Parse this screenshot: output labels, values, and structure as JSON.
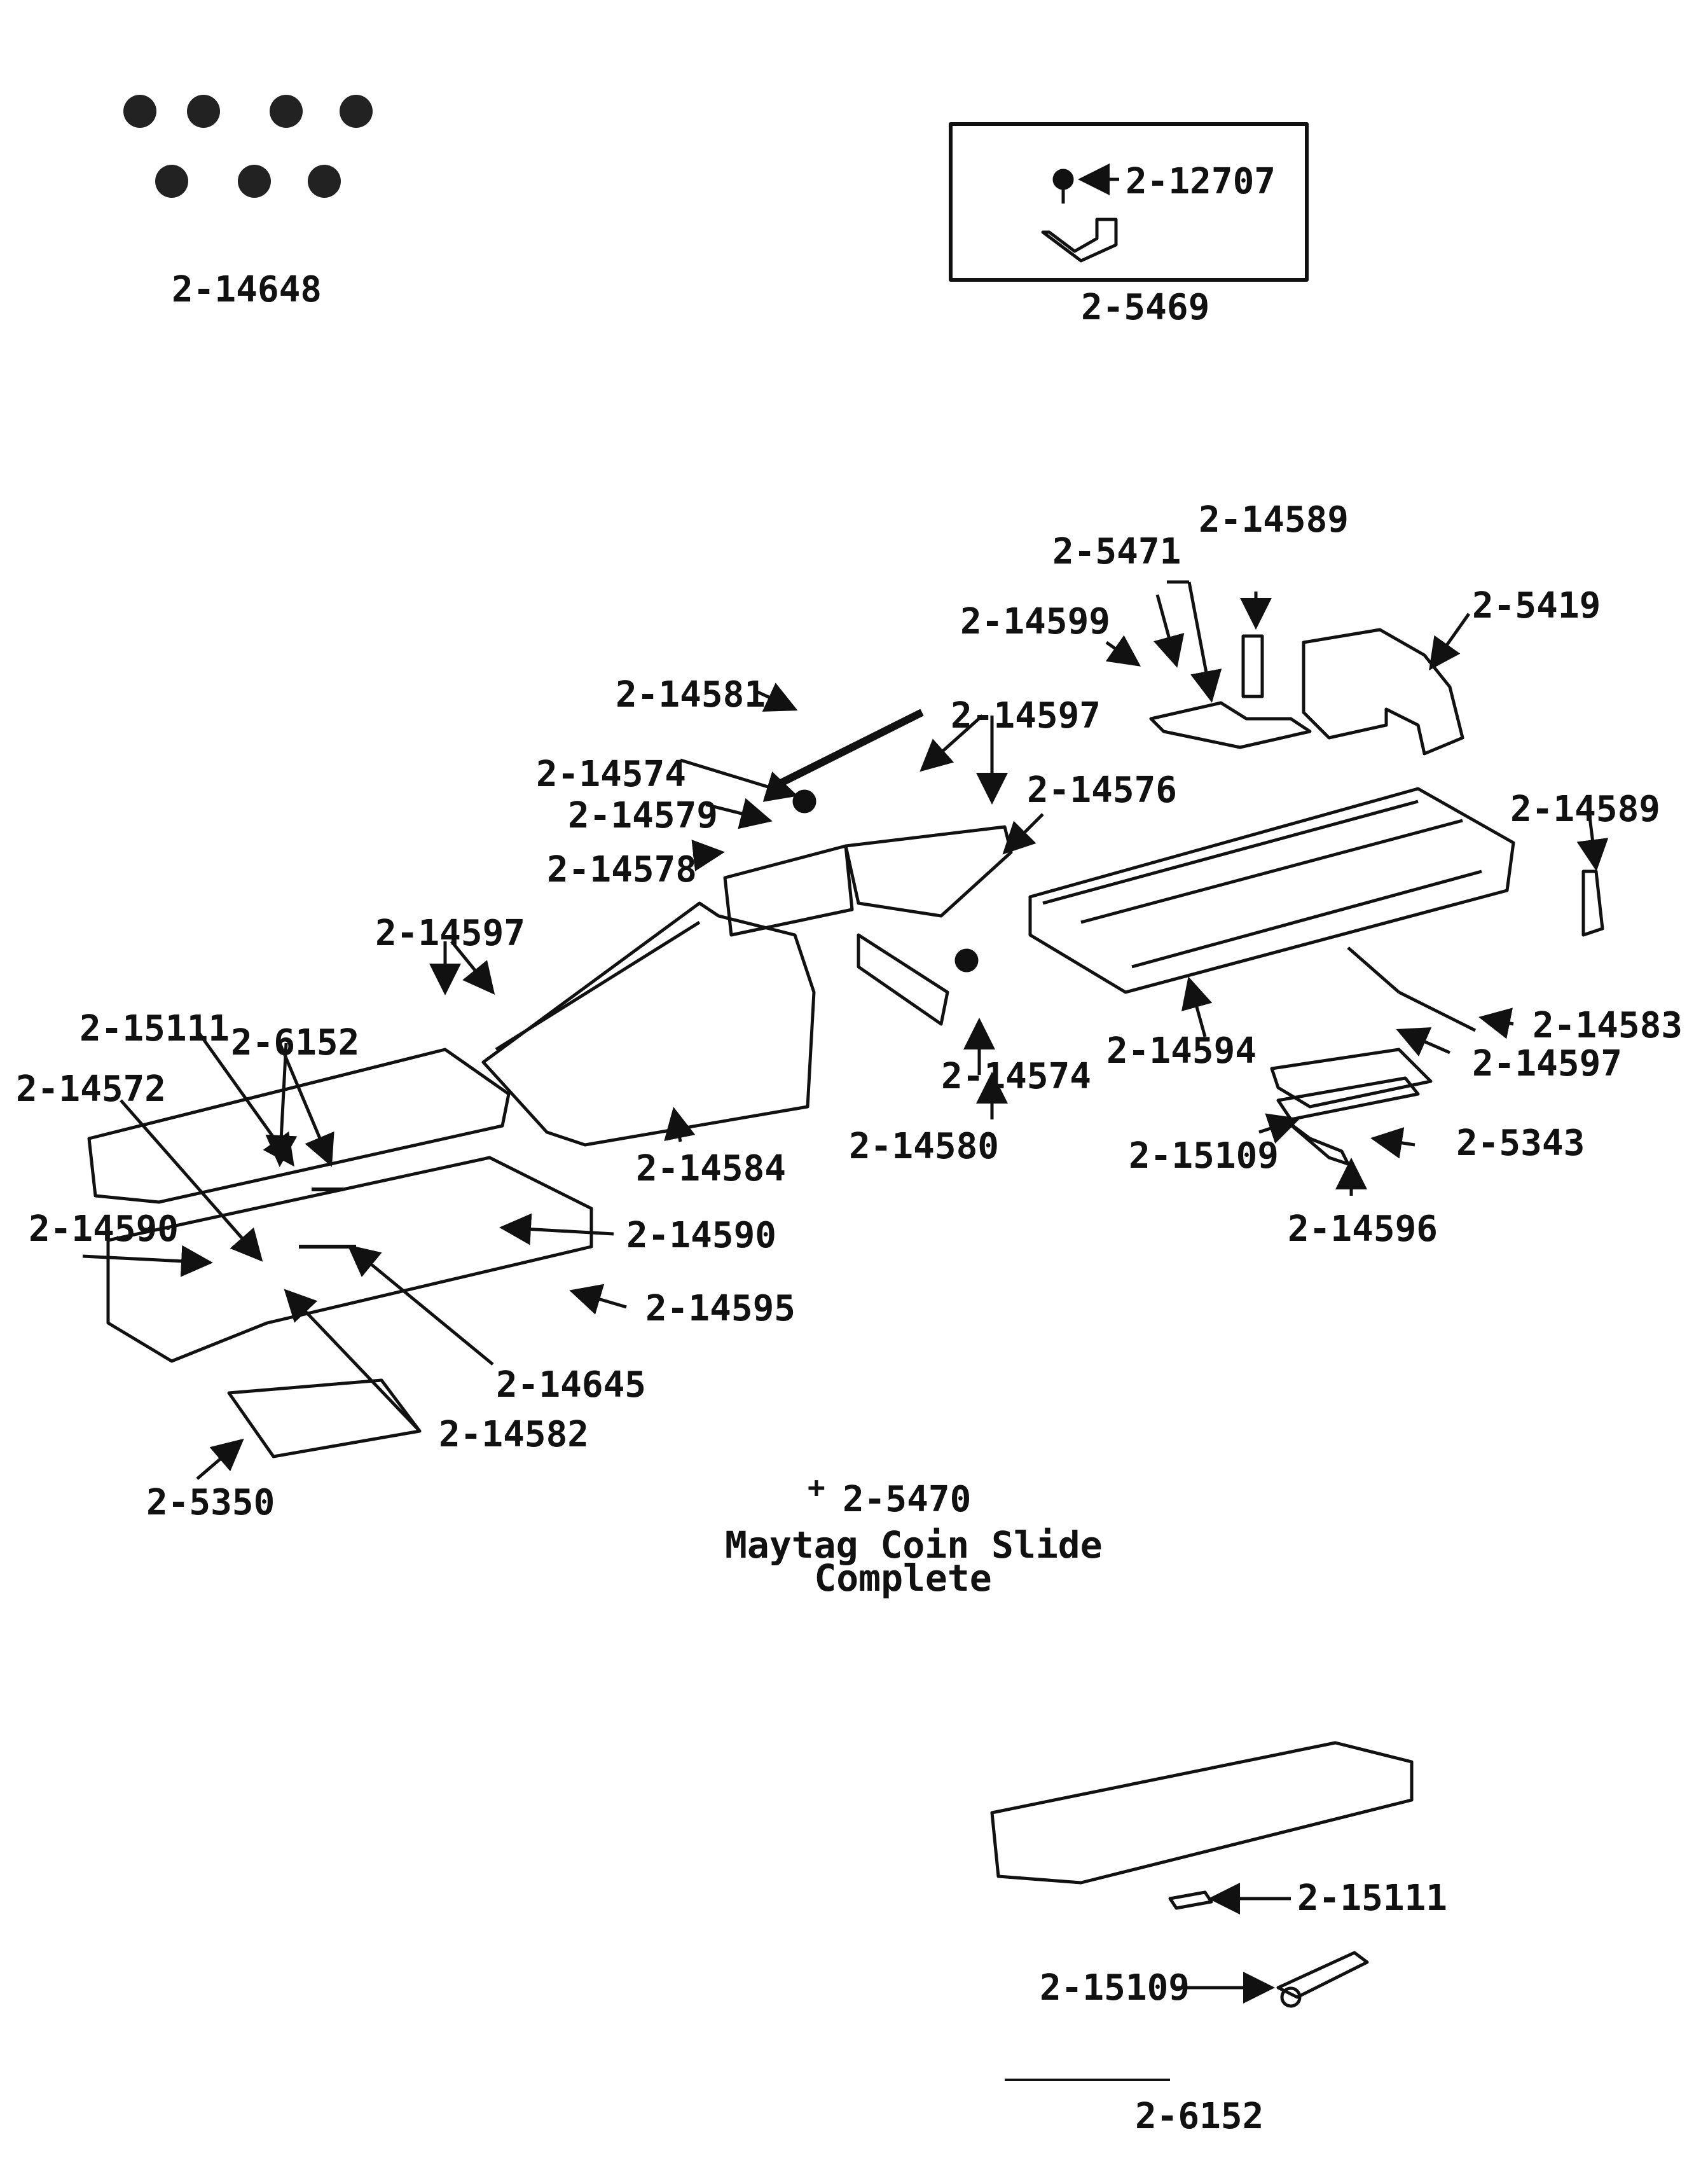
{
  "kit_2_14648": {
    "label": "2-14648"
  },
  "kit_2_5469": {
    "inner_label": "2-12707",
    "label": "2-5469"
  },
  "main_assembly": {
    "labels": {
      "p14589_top": "2-14589",
      "p5471": "2-5471",
      "p5419": "2-5419",
      "p14599": "2-14599",
      "p14581": "2-14581",
      "p14597_top": "2-14597",
      "p14574_top": "2-14574",
      "p14576": "2-14576",
      "p14579": "2-14579",
      "p14589_right": "2-14589",
      "p14578": "2-14578",
      "p14597_left": "2-14597",
      "p14583": "2-14583",
      "p15111": "2-15111",
      "p6152": "2-6152",
      "p14594": "2-14594",
      "p14597_right": "2-14597",
      "p14572": "2-14572",
      "p14574_mid": "2-14574",
      "p5343": "2-5343",
      "p14580": "2-14580",
      "p15109": "2-15109",
      "p14584": "2-14584",
      "p14596": "2-14596",
      "p14590_left": "2-14590",
      "p14590_right": "2-14590",
      "p14595": "2-14595",
      "p14645": "2-14645",
      "p14582": "2-14582",
      "p5350": "2-5350"
    }
  },
  "caption": {
    "plus": "+",
    "part_number": "2-5470",
    "line1": "Maytag Coin Slide",
    "line2": "Complete"
  },
  "detail_6152": {
    "label_15111": "2-15111",
    "label_15109": "2-15109",
    "label": "2-6152"
  }
}
